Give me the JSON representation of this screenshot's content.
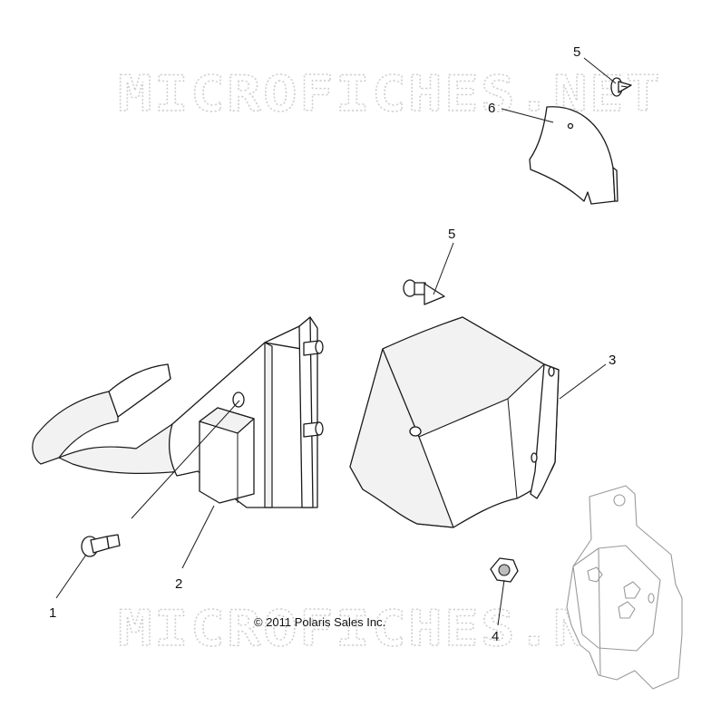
{
  "watermark": {
    "text": "MICROFICHES.NET"
  },
  "copyright": "© 2011 Polaris Sales Inc.",
  "callouts": [
    {
      "id": "callout-5-top",
      "label": "5"
    },
    {
      "id": "callout-6",
      "label": "6"
    },
    {
      "id": "callout-5-mid",
      "label": "5"
    },
    {
      "id": "callout-3",
      "label": "3"
    },
    {
      "id": "callout-1",
      "label": "1"
    },
    {
      "id": "callout-2",
      "label": "2"
    },
    {
      "id": "callout-4",
      "label": "4"
    }
  ]
}
